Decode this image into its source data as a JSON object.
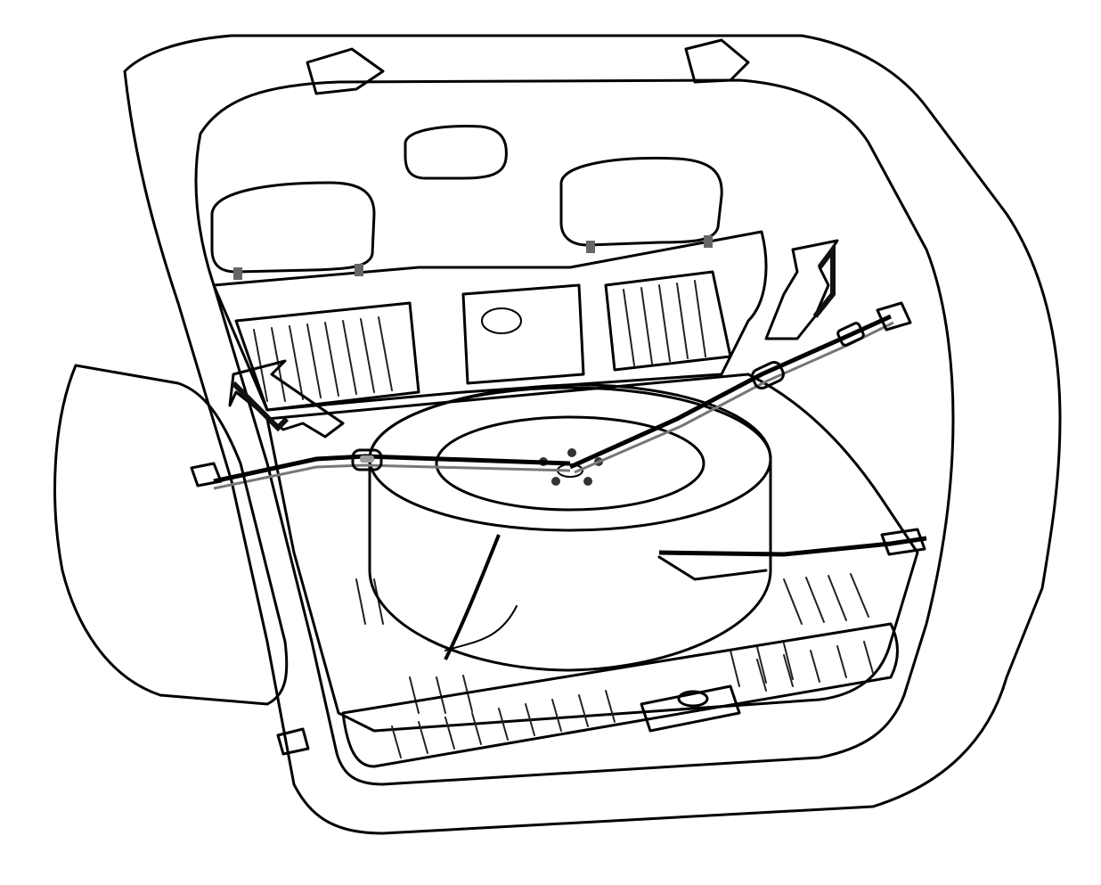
{
  "illustration": {
    "colors": {
      "ink": "#000000",
      "shade": "#9a9a9a",
      "mid": "#c8c8c8",
      "light": "#eeeeee",
      "paper": "#ffffff"
    },
    "parts": [
      "liftgate",
      "rear-seatback",
      "headrests",
      "cargo-floor",
      "spare-tire",
      "retaining-strap",
      "strap-buckles",
      "tie-down-hooks",
      "removal-arrows",
      "floor-plug"
    ]
  }
}
